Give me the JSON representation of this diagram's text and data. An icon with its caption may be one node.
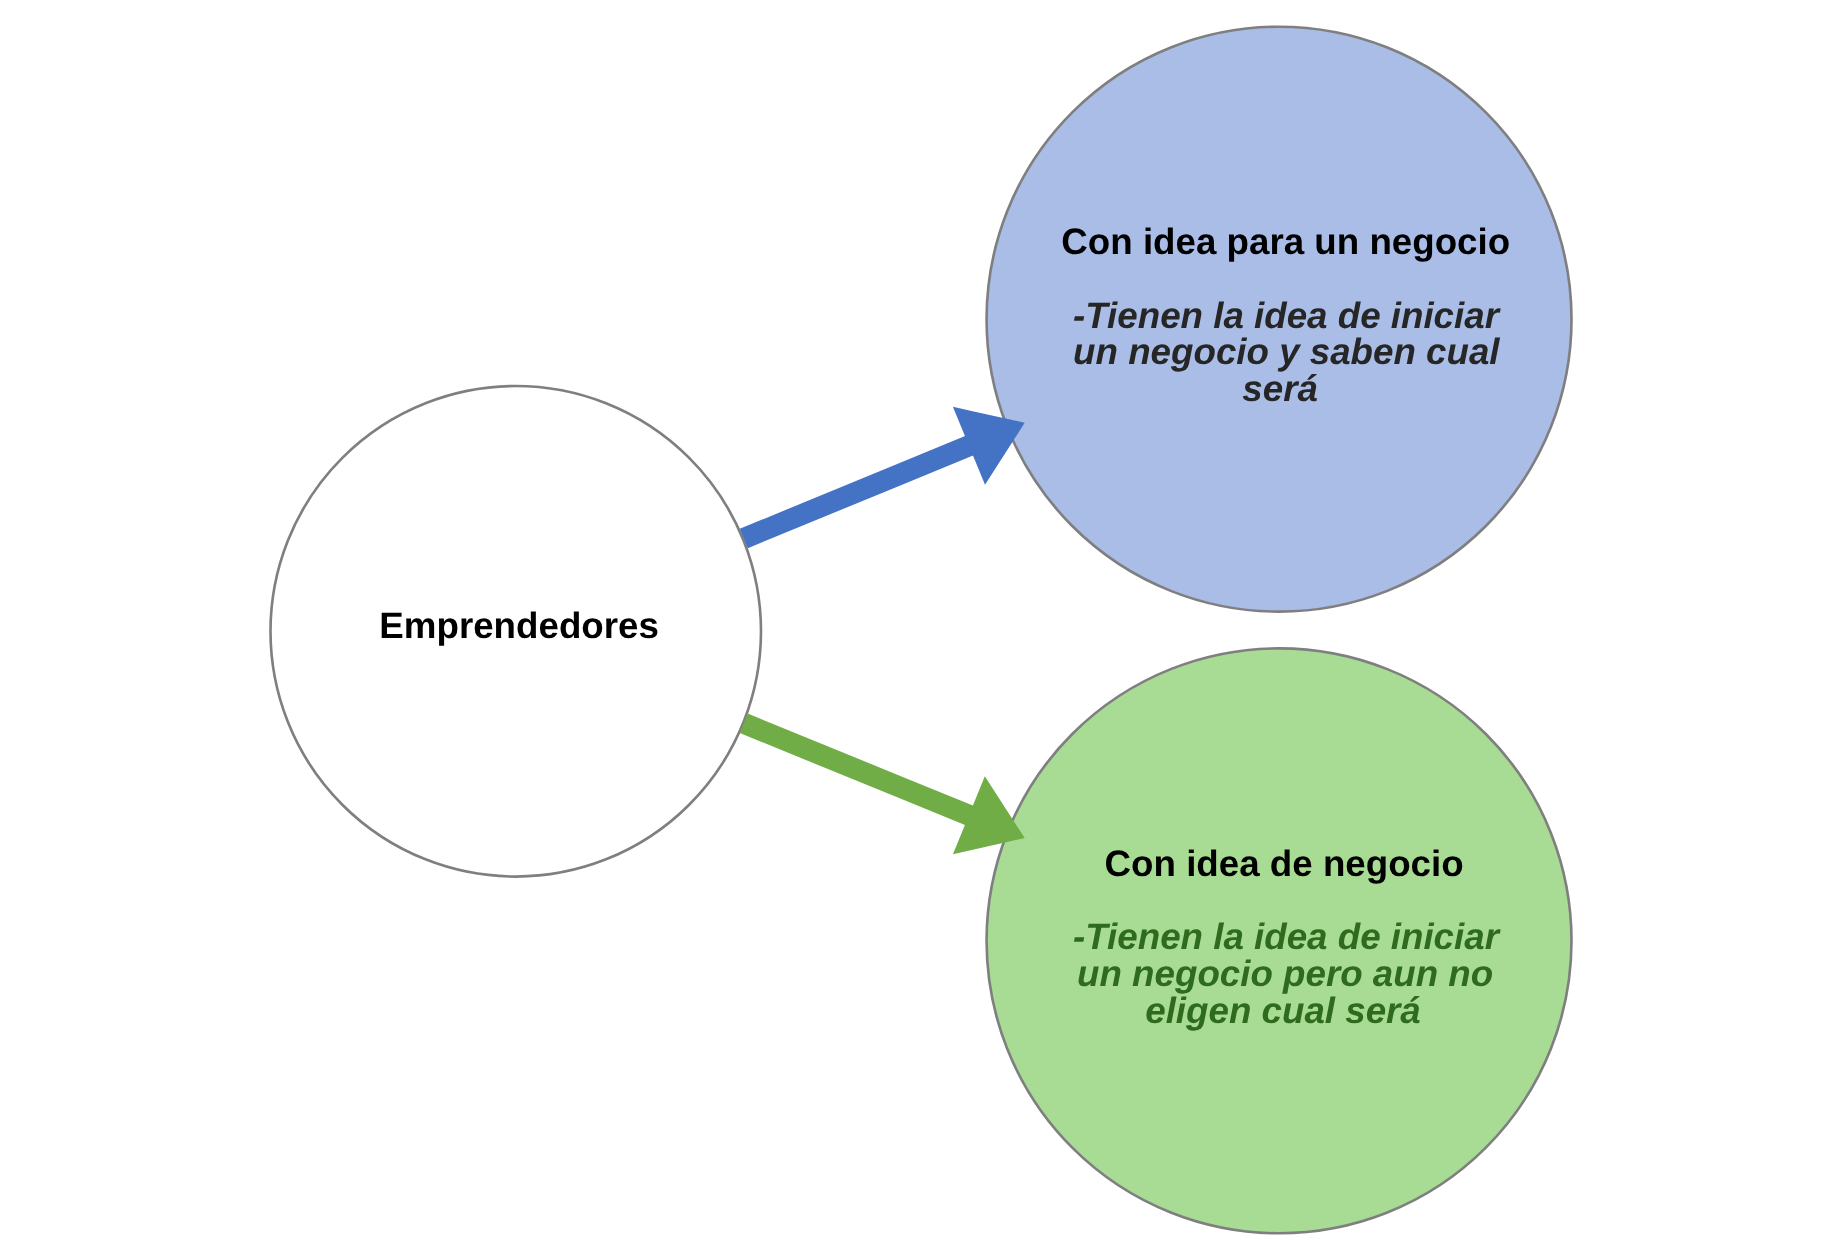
{
  "diagram": {
    "nodes": [
      {
        "text": [
          "Emprendedores"
        ]
      },
      {
        "text": [
          "Con idea para un negocio",
          "-Tienen la idea de iniciar un negocio y saben cual será"
        ]
      },
      {
        "text": [
          "Con idea de negocio",
          "-Tienen la idea de iniciar un negocio pero aun no eligen cual será"
        ]
      }
    ],
    "edges": [
      {
        "from": 0,
        "to": 1,
        "arrow": "to",
        "color": "#4472c4"
      },
      {
        "from": 0,
        "to": 2,
        "arrow": "to",
        "color": "#70ad47"
      }
    ]
  }
}
